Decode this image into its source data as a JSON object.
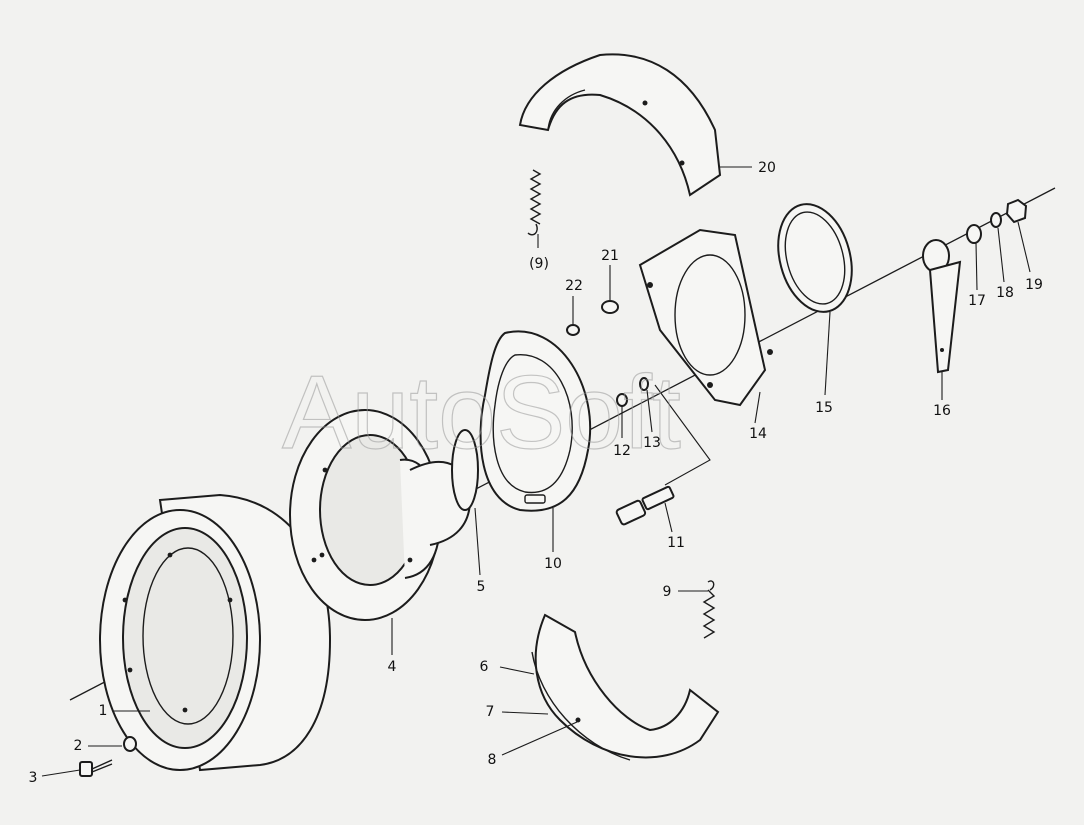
{
  "watermark": "AutoSoft",
  "callouts": {
    "c1": "1",
    "c2": "2",
    "c3": "3",
    "c4": "4",
    "c5": "5",
    "c6": "6",
    "c7": "7",
    "c8": "8",
    "c9": "9",
    "c9p": "(9)",
    "c10": "10",
    "c11": "11",
    "c12": "12",
    "c13": "13",
    "c14": "14",
    "c15": "15",
    "c16": "16",
    "c17": "17",
    "c18": "18",
    "c19": "19",
    "c20": "20",
    "c21": "21",
    "c22": "22"
  }
}
